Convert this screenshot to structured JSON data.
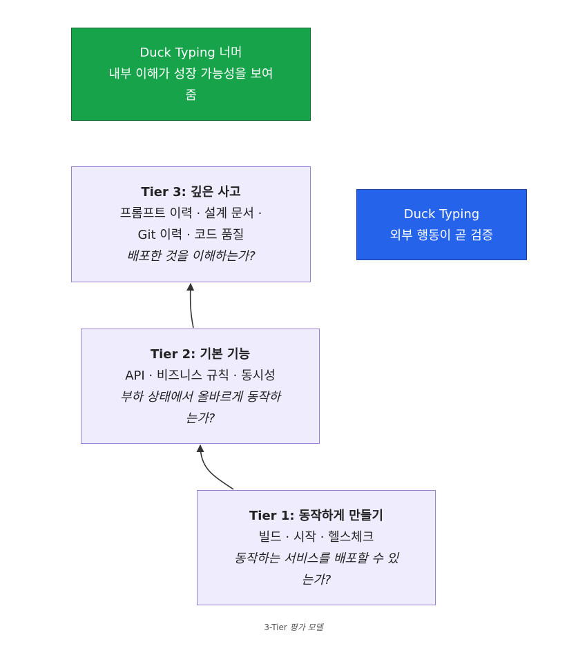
{
  "nodes": {
    "duck_typing_beyond": {
      "line1": "Duck Typing 너머",
      "line2": "내부 이해가 성장 가능성을 보여",
      "line3": "줌"
    },
    "duck_typing": {
      "line1": "Duck Typing",
      "line2": "외부 행동이 곧 검증"
    },
    "tier3": {
      "title": "Tier 3: 깊은 사고",
      "line1": "프롬프트 이력 · 설계 문서 ·",
      "line2": "Git 이력 · 코드 품질",
      "question": "배포한 것을 이해하는가?"
    },
    "tier2": {
      "title": "Tier 2: 기본 기능",
      "line1": "API · 비즈니스 규칙 · 동시성",
      "question1": "부하 상태에서 올바르게 동작하",
      "question2": "는가?"
    },
    "tier1": {
      "title": "Tier 1: 동작하게 만들기",
      "line1": "빌드 · 시작 · 헬스체크",
      "question1": "동작하는 서비스를 배포할 수 있",
      "question2": "는가?"
    }
  },
  "caption": {
    "prefix": "3-Tier",
    "suffix": "평가 모델"
  },
  "colors": {
    "green_node": "#16a34a",
    "blue_node": "#2563eb",
    "tier_fill": "#efedfd",
    "tier_border": "#9a7fd1",
    "edge": "#333333"
  }
}
